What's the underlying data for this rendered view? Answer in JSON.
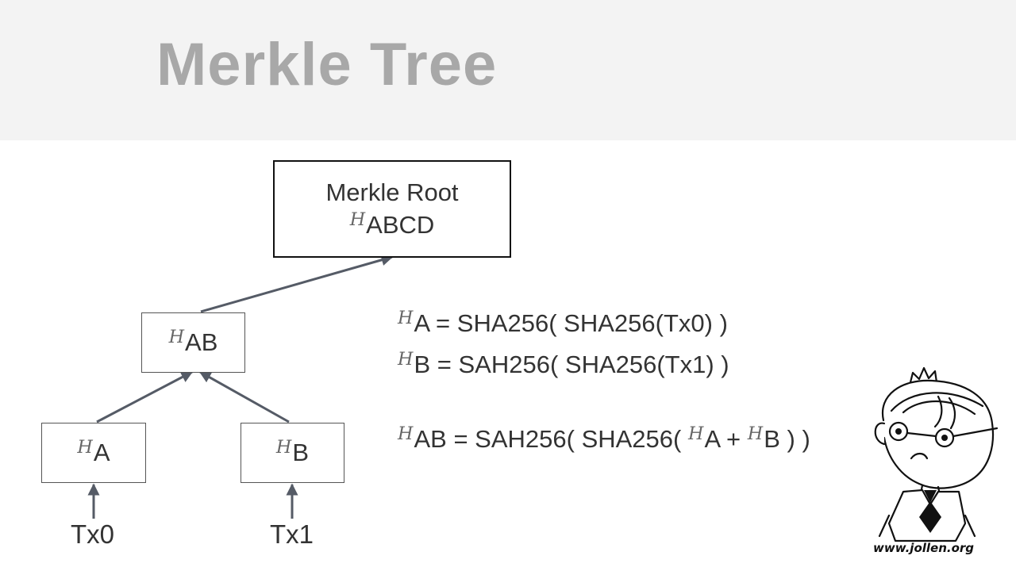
{
  "title": "Merkle Tree",
  "hash_symbol": "H",
  "nodes": {
    "root": {
      "label": "Merkle Root",
      "sub": "ABCD"
    },
    "hab": {
      "label": "AB"
    },
    "ha": {
      "label": "A"
    },
    "hb": {
      "label": "B"
    }
  },
  "transactions": {
    "tx0": "Tx0",
    "tx1": "Tx1"
  },
  "formulas": {
    "ha": {
      "lhs": "A",
      "eq": " = ",
      "rhs": "SHA256( SHA256(Tx0) )"
    },
    "hb": {
      "lhs": "B",
      "eq": " = ",
      "rhs": "SAH256( SHA256(Tx1) )"
    },
    "hab": {
      "lhs": "AB",
      "eq": " = ",
      "rhs_pre": "SAH256( SHA256( ",
      "term_a": "A",
      "plus": " + ",
      "term_b": "B",
      "rhs_post": " ) )"
    }
  },
  "watermark": "www.jollen.org",
  "colors": {
    "header_bg": "#f3f3f3",
    "title": "#a8a8a8",
    "arrow": "#555b66",
    "text": "#333333"
  }
}
